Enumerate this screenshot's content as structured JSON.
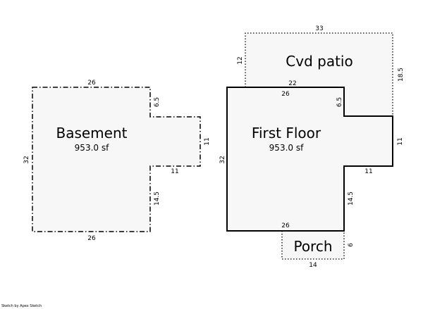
{
  "areas": {
    "basement": {
      "label": "Basement",
      "area": "953.0 sf",
      "dims": {
        "top": "26",
        "notch_upper_side": "6.5",
        "right": "11",
        "notch_bottom": "11",
        "notch_lower_side": "14.5",
        "bottom": "26",
        "left": "32"
      }
    },
    "first_floor": {
      "label": "First Floor",
      "area": "953.0 sf",
      "dims": {
        "top": "26",
        "notch_upper_side": "6.5",
        "right": "11",
        "notch_bottom": "11",
        "notch_lower_side": "14.5",
        "bottom": "26",
        "left": "32"
      }
    },
    "cvd_patio": {
      "label": "Cvd patio",
      "dims": {
        "top": "33",
        "left": "12",
        "right": "18.5",
        "bottom": "22"
      }
    },
    "porch": {
      "label": "Porch",
      "dims": {
        "right": "6",
        "bottom": "14"
      }
    }
  },
  "credit": "Sketch by Apex Sketch"
}
